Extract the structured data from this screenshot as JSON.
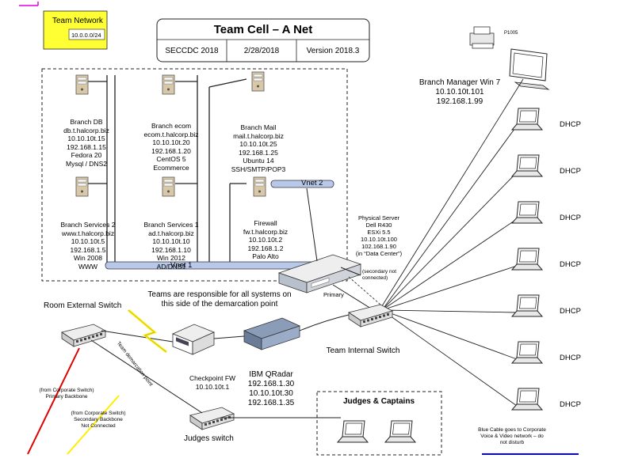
{
  "team_network": {
    "label": "Team Network",
    "subnet": "10.0.0.0/24"
  },
  "title_block": {
    "title": "Team Cell – A Net",
    "event": "SECCDC 2018",
    "date": "2/28/2018",
    "version": "Version 2018.3"
  },
  "servers": [
    {
      "lines": [
        "Branch DB",
        "db.t.halcorp.biz",
        "10.10.10t.15",
        "192.168.1.15",
        "Fedora 20",
        "Mysql / DNS2"
      ]
    },
    {
      "lines": [
        "Branch ecom",
        "ecom.t.halcorp.biz",
        "10.10.10t.20",
        "192.168.1.20",
        "CentOS 5",
        "Ecommerce"
      ]
    },
    {
      "lines": [
        "Branch Mail",
        "mail.t.halcorp.biz",
        "10.10.10t.25",
        "192.168.1.25",
        "Ubuntu 14",
        "SSH/SMTP/POP3"
      ]
    },
    {
      "lines": [
        "Branch Services 2",
        "www.t.halcorp.biz",
        "10.10.10t.5",
        "192.168.1.5",
        "Win 2008",
        "WWW"
      ]
    },
    {
      "lines": [
        "Branch Services 1",
        "ad.t.halcorp.biz",
        "10.10.10t.10",
        "192.168.1.10",
        "Win 2012",
        "AD/DNS1"
      ]
    },
    {
      "lines": [
        "Firewall",
        "fw.t.halcorp.biz",
        "10.10.10t.2",
        "192.168.1.2",
        "Palo Alto"
      ]
    }
  ],
  "vnet1": "Vnet 1",
  "vnet2": "Vnet 2",
  "physical_server": [
    "Physical Server",
    "Dell R430",
    "ESXi 5.5",
    "10.10.10t.100",
    "102.168.1.90",
    "(in “Data Center”)"
  ],
  "secondary_note": "(secondary not\nconnected)",
  "primary_label": "Primary",
  "printer_label": "P1005",
  "branch_manager": [
    "Branch Manager Win 7",
    "10.10.10t.101",
    "192.168.1.99"
  ],
  "dhcp_label": "DHCP",
  "dhcp_count": 7,
  "responsibility_note": "Teams are responsible for all systems on\nthis side of the demarcation point",
  "demarcation_label": "Team demarcation point",
  "room_switch": "Room External Switch",
  "checkpoint": [
    "Checkpoint FW",
    "10.10.10t.1"
  ],
  "qradar": [
    "IBM QRadar",
    "192.168.1.30",
    "10.10.10t.30",
    "192.168.1.35"
  ],
  "internal_switch": "Team Internal Switch",
  "primary_backbone": "(from Corporate Switch)\nPrimary Backbone",
  "secondary_backbone": "(from Corporate Switch)\nSecondary Backbone\nNot Connected",
  "judges_switch": "Judges switch",
  "judges_captains": "Judges & Captains",
  "blue_cable_note": "Blue Cable goes to Corporate\nVoice & Video network – do\nnot disturb",
  "colors": {
    "team_network_bg": "#ffff33",
    "primary_backbone": "#e00000",
    "secondary_backbone": "#ffee00",
    "blue_cable": "#0000ff",
    "vnet": "#b8c8e8",
    "magenta": "#e000e0"
  }
}
